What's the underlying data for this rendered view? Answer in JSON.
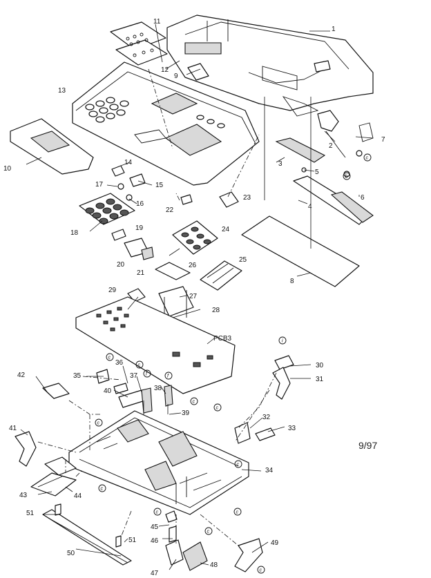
{
  "callouts": {
    "c1": "1",
    "c2": "2",
    "c3": "3",
    "c4": "4",
    "c5": "5",
    "c6": "6",
    "c7": "7",
    "c8": "8",
    "c9": "9",
    "c10": "10",
    "c11": "11",
    "c12": "12",
    "c13": "13",
    "c14": "14",
    "c15": "15",
    "c16": "16",
    "c17": "17",
    "c18": "18",
    "c19": "19",
    "c20": "20",
    "c21": "21",
    "c22": "22",
    "c23": "23",
    "c24": "24",
    "c25": "25",
    "c26": "26",
    "c27": "27",
    "c28": "28",
    "c29": "29",
    "c30": "30",
    "c31": "31",
    "c32": "32",
    "c33": "33",
    "c34": "34",
    "c35": "35",
    "c36": "36",
    "c37": "37",
    "c38": "38",
    "c39": "39",
    "c40": "40",
    "c41": "41",
    "c42": "42",
    "c43": "43",
    "c44": "44",
    "c45": "45",
    "c46": "46",
    "c47": "47",
    "c48": "48",
    "c49": "49",
    "c50": "50",
    "c51a": "51",
    "c51b": "51",
    "pcb3": "PCB3"
  },
  "screw_codes": {
    "b": "b",
    "c": "c",
    "f": "f",
    "i": "i"
  },
  "date_mark": "9/97"
}
